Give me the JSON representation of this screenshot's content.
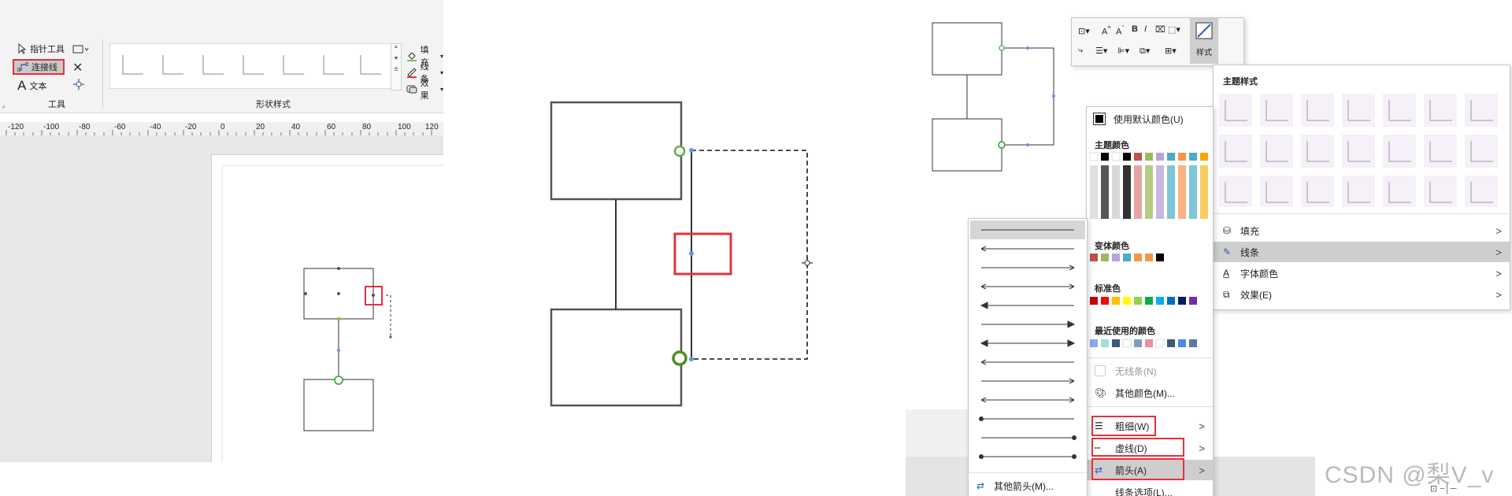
{
  "panel1": {
    "tools": {
      "pointer": "指针工具",
      "connector": "连接线",
      "text": "文本",
      "group": "工具"
    },
    "gallery_group": "形状样式",
    "side_buttons": {
      "fill": "填充",
      "line": "线条",
      "effect": "效果"
    },
    "ruler_ticks": [
      "-120",
      "-100",
      "-80",
      "-60",
      "-40",
      "-20",
      "0",
      "20",
      "40",
      "60",
      "80",
      "100",
      "120"
    ]
  },
  "panel3": {
    "mini_toolbar": {
      "style_label": "样式"
    },
    "style_menu": {
      "heading": "主题样式",
      "items": [
        {
          "label": "填充",
          "icon": "paint-bucket-icon"
        },
        {
          "label": "线条",
          "icon": "pen-icon"
        },
        {
          "label": "字体颜色",
          "icon": "font-color-icon"
        },
        {
          "label": "效果(E)",
          "icon": "effects-icon"
        }
      ]
    },
    "color_menu": {
      "default_color": "使用默认颜色(U)",
      "theme_colors": "主题颜色",
      "variant_colors": "变体颜色",
      "standard_colors": "标准色",
      "recent_colors": "最近使用的颜色",
      "no_line": "无线条(N)",
      "more_colors": "其他颜色(M)...",
      "weight": "粗细(W)",
      "dashes": "虚线(D)",
      "arrows": "箭头(A)",
      "line_options": "线条选项(L)..."
    },
    "arrow_menu": {
      "more_arrows": "其他箭头(M)..."
    },
    "theme_row": [
      "#ffffff",
      "#000000",
      "#ffffff",
      "#000000",
      "#c0504d",
      "#9bbb59",
      "#8064a2",
      "#4bacc6",
      "#f79646",
      "#4bacc6",
      "#f6a800"
    ],
    "variant_row": [
      "#c0504d",
      "#9bbb59",
      "#8064a2",
      "#4bacc6",
      "#f79646",
      "#f79646",
      "#000000"
    ],
    "standard_row": [
      "#c00000",
      "#ff0000",
      "#ffc000",
      "#ffff00",
      "#92d050",
      "#00b050",
      "#00b0f0",
      "#0070c0",
      "#002060",
      "#7030a0"
    ],
    "recent_row": [
      "#8ea9f0",
      "#9fe0e0",
      "#3a5a7a",
      "#ffffff",
      "#7f9fbf",
      "#e88ea0",
      "#ffffff",
      "#3a5a7a",
      "#4a8af0",
      "#5a7aa0"
    ],
    "watermark": "CSDN @梨V_v"
  }
}
